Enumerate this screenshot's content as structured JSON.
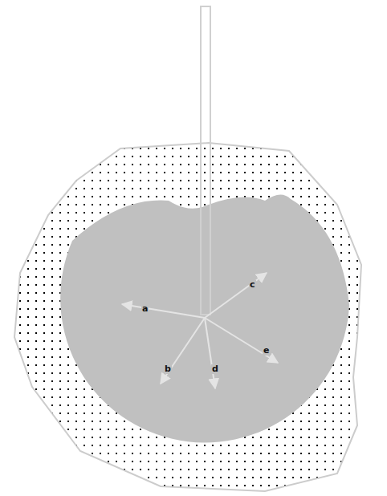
{
  "diagram": {
    "labels": [
      "a",
      "c",
      "e",
      "b",
      "d"
    ]
  }
}
